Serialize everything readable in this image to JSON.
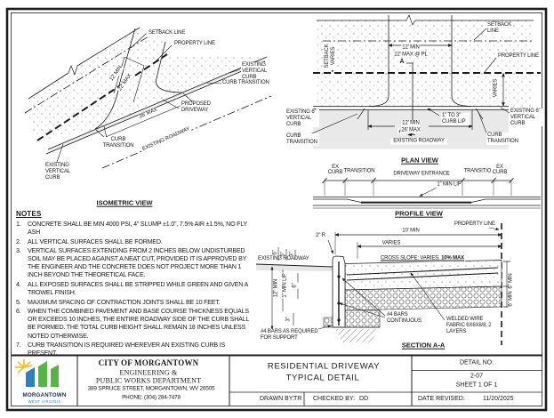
{
  "iso": {
    "title": "ISOMETRIC VIEW",
    "setback_line": "SETBACK LINE",
    "property_line": "PROPERTY LINE",
    "existing_vertical_curb_right": "EXISTING VERTICAL CURB",
    "curb_transition_right": "CURB TRANSITION",
    "proposed_driveway": "PROPOSED DRIVEWAY",
    "existing_roadway": "EXISTING ROADWAY",
    "curb_transition_left": "CURB TRANSITION",
    "existing_vertical_curb_left": "EXISTING VERTICAL CURB",
    "dim_12_min": "12' MIN",
    "dim_22_max": "22' MAX",
    "dim_26_max": "26' MAX"
  },
  "plan": {
    "title": "PLAN VIEW",
    "setback_line": "SETBACK LINE",
    "property_line": "PROPERTY LINE",
    "setback_varies": "SETBACK VARIES",
    "varies": "VARIES",
    "dim_12_min_pl": "12' MIN",
    "dim_22_max_pl": "22' MAX @ PL",
    "section_marker_top": "A",
    "section_marker_bottom": "A",
    "existing_curb_left": "EXISTING 6\" VERTICAL CURB",
    "curb_transition_left": "CURB TRANSITION",
    "curb_lip": "1\" TO 3\" CURB LIP",
    "dim_12_min": "12' MIN",
    "dim_26_max": "26' MAX",
    "existing_roadway": "EXISTING ROADWAY",
    "existing_curb_right": "EXISTING 6\" VERTICAL CURB",
    "curb_transition_right": "CURB TRANSITION"
  },
  "profile": {
    "title": "PROFILE VIEW",
    "ex_curb_left": "EX CURB",
    "transition_left": "TRANSITION",
    "driveway_entrance": "DRIVEWAY ENTRANCE",
    "transition_right": "TRANSITION",
    "ex_curb_right": "EX CURB",
    "min_lip": "1\" MIN LIP"
  },
  "section": {
    "title": "SECTION A-A",
    "property_line": "PROPERTY LINE",
    "dim_10_min": "10' MIN",
    "varies": "VARIES",
    "dim_2_r": "2\" R",
    "dim_6_top": "6\"",
    "dim_5": "5\"",
    "dim_3_top": "3\"",
    "dim_12_min": "12\" MIN",
    "dim_1_min_lip": "1\" MIN LIP",
    "dim_6_mid": "6\"",
    "dim_3_bottom": "3\"",
    "existing_roadway": "EXISTING ROADWAY",
    "cross_slope_prefix": "CROSS SLOPE: VARIES, ",
    "cross_slope_bold": "10% MAX",
    "dim_6_min_concrete": "6\" MIN",
    "dim_6_min_base": "6\" MIN",
    "bars_continuous": "#4 BARS CONTINUOUS",
    "wire_fabric": "WELDED WIRE FABRIC 6X6X8/8, 2 LAYERS",
    "bars_support": "#4 BARS AS REQUIRED FOR SUPPORT"
  },
  "notes": {
    "heading": "NOTES",
    "items": [
      {
        "num": "1.",
        "text": "CONCRETE SHALL BE MIN 4000 PSI, 4\" SLUMP ±1.0\", 7.5% AIR ±1.5%, NO FLY ASH"
      },
      {
        "num": "2.",
        "text": "ALL VERTICAL SURFACES SHALL BE FORMED."
      },
      {
        "num": "3.",
        "text": "VERTICAL SURFACES EXTENDING FROM 2 INCHES BELOW UNDISTURBED SOIL MAY BE PLACED AGAINST A NEAT CUT, PROVIDED IT IS APPROVED BY THE ENGINEER AND THE CONCRETE DOES NOT PROJECT MORE THAN 1 INCH BEYOND THE THEORETICAL FACE."
      },
      {
        "num": "4.",
        "text": "ALL EXPOSED SURFACES SHALL BE STRIPPED WHILE GREEN AND GIVEN A TROWEL FINISH."
      },
      {
        "num": "5.",
        "text": "MAXIMUM SPACING OF CONTRACTION JOINTS SHALL BE 10 FEET."
      },
      {
        "num": "6.",
        "text": "WHEN THE COMBINED PAVEMENT AND BASE COURSE THICKNESS EQUALS OR EXCEEDS 10 INCHES, THE ENTIRE ROADWAY SIDE OF THE CURB SHALL BE FORMED. THE TOTAL CURB HEIGHT SHALL REMAIN 18 INCHES UNLESS NOTED OTHERWISE."
      },
      {
        "num": "7.",
        "text": "CURB TRANSITION IS REQUIRED WHEREVER AN EXISTING CURB IS PRESENT."
      }
    ]
  },
  "titleblock": {
    "city": "CITY OF MORGANTOWN",
    "dept_line1": "ENGINEERING &",
    "dept_line2": "PUBLIC WORKS DEPARTMENT",
    "address": "389 SPRUCE STREET, MORGANTOWN, WV 26505",
    "phone": "PHONE: (304) 284-7478",
    "title_line1": "RESIDENTIAL DRIVEWAY",
    "title_line2": "TYPICAL DETAIL",
    "drawn_by_label": "DRAWN BY:",
    "drawn_by": "TR",
    "checked_by_label": "CHECKED BY:",
    "checked_by": "DD",
    "detail_no_label": "DETAIL NO:",
    "detail_no": "2-07",
    "sheet": "SHEET 1 OF 1",
    "date_revised_label": "DATE REVISED:",
    "date_revised": "11/20/2025",
    "logo_name": "MORGANTOWN",
    "logo_sub": "WEST VIRGINIA"
  },
  "colors": {
    "line": "#1c1c1c",
    "logo_blue": "#2e7fc0",
    "logo_green": "#58b447",
    "logo_yellow": "#f2c12e",
    "logo_navy": "#16324f",
    "roadway_gray": "#e9e9e9"
  }
}
